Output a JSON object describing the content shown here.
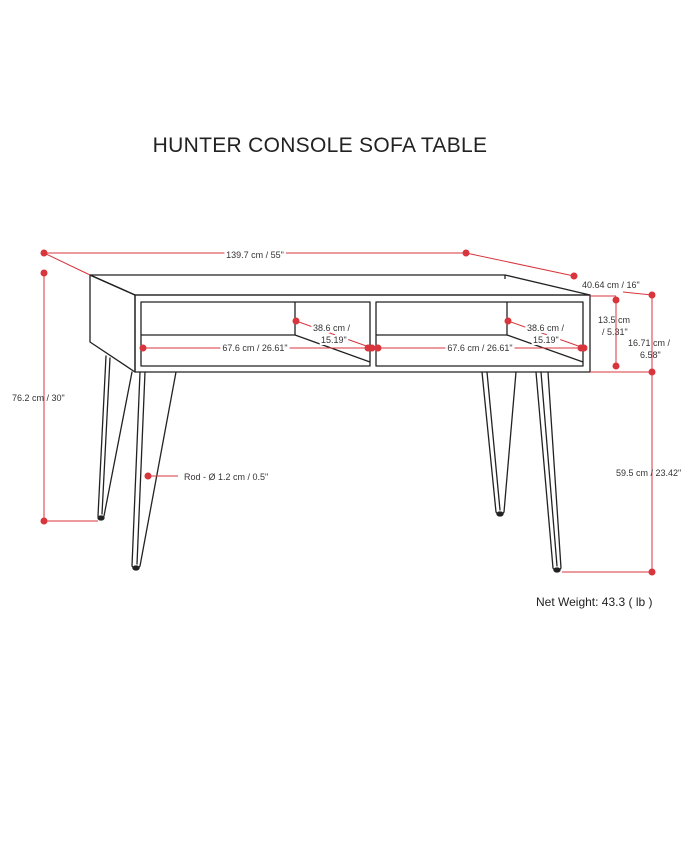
{
  "title": "HUNTER CONSOLE SOFA TABLE",
  "net_weight": "Net Weight: 43.3 ( lb )",
  "colors": {
    "outline": "#222222",
    "dimension": "#d8353c"
  },
  "dimensions": {
    "width": "139.7 cm / 55\"",
    "depth": "40.64 cm / 16\"",
    "height": "76.2 cm / 30\"",
    "top_thickness_line1": "13.5 cm",
    "top_thickness_line2": "/ 5.31\"",
    "apron_height_line1": "16.71 cm /",
    "apron_height_line2": "6.58\"",
    "leg_height": "59.5 cm / 23.42\"",
    "rod": "Rod - Ø 1.2 cm / 0.5\"",
    "cubby_left_width": "67.6 cm / 26.61\"",
    "cubby_right_width": "67.6 cm / 26.61\"",
    "cubby_left_depth_line1": "38.6 cm /",
    "cubby_left_depth_line2": "15.19\"",
    "cubby_right_depth_line1": "38.6 cm /",
    "cubby_right_depth_line2": "15.19\""
  }
}
